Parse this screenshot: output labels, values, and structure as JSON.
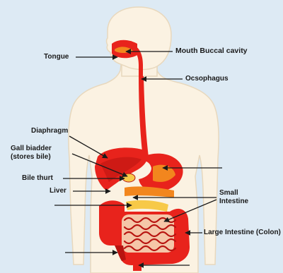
{
  "colors": {
    "background": "#ddeaf4",
    "skin": "#fbf2e2",
    "skin_outline": "#e8d8bd",
    "organ_red": "#e8231c",
    "organ_dark": "#b81410",
    "organ_orange": "#f2861e",
    "organ_yellow": "#f7c948",
    "text": "#1a1a1a"
  },
  "labels": {
    "tongue": "Tongue",
    "mouth": "Mouth Buccal cavity",
    "oesophagus": "Ocsophagus",
    "diaphragm": "Diaphragm",
    "gall_bladder_line1": "Gall biadder",
    "gall_bladder_line2": "(stores bile)",
    "bile_duct": "Bile thurt",
    "liver": "Liver",
    "small_intestine_line1": "Small",
    "small_intestine_line2": "Intestine",
    "large_intestine": "Large Intestine (Colon)"
  }
}
